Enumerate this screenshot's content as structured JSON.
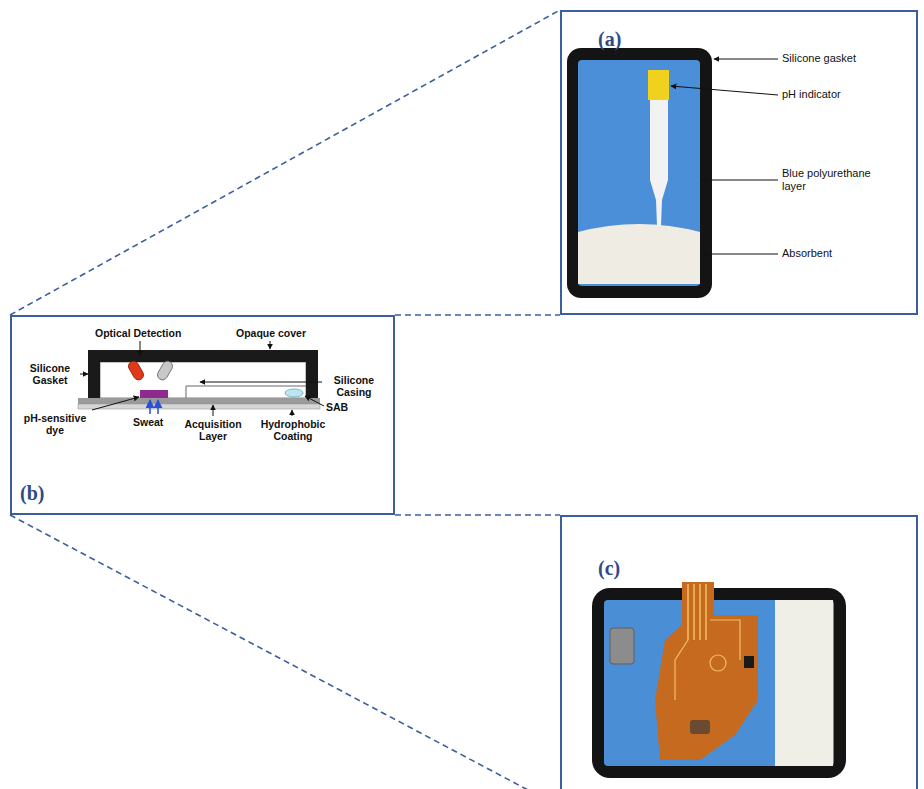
{
  "diagram": {
    "nodes": [
      {
        "text": [
          "(a)"
        ]
      },
      {
        "text": [
          "(b)"
        ]
      },
      {
        "text": [
          "(c)"
        ]
      }
    ],
    "edges": [
      {
        "from": 1,
        "to": 0,
        "arrow": "none"
      },
      {
        "from": 1,
        "to": 0,
        "arrow": "none"
      },
      {
        "from": 1,
        "to": 2,
        "arrow": "none"
      },
      {
        "from": 1,
        "to": 2,
        "arrow": "none"
      }
    ],
    "labels": [
      "Silicone gasket",
      "pH indicator",
      "Blue polyurethane layer",
      "Absorbent",
      "Optical Detection",
      "Opaque cover",
      "Silicone Gasket",
      "Silicone Casing",
      "pH-sensitive dye",
      "Sweat",
      "SAB",
      "Acquisition Layer",
      "Hydrophobic Coating"
    ]
  }
}
